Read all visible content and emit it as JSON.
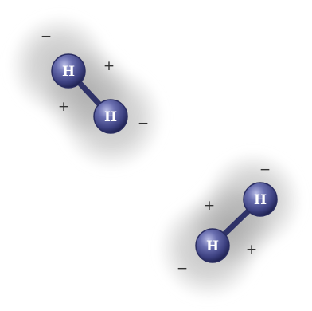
{
  "molecules": [
    {
      "atoms": [
        {
          "label": "H"
        },
        {
          "label": "H"
        }
      ],
      "charges": [
        "−",
        "+",
        "+",
        "−"
      ]
    },
    {
      "atoms": [
        {
          "label": "H"
        },
        {
          "label": "H"
        }
      ],
      "charges": [
        "−",
        "+",
        "+",
        "−"
      ]
    }
  ],
  "colors": {
    "atom_fill": "#4a4f8c",
    "atom_highlight": "#b8bce6",
    "atom_shadow": "#1e2150",
    "bond": "#2f3268",
    "cloud": "#8c8c8c",
    "charge_text": "#333333"
  }
}
